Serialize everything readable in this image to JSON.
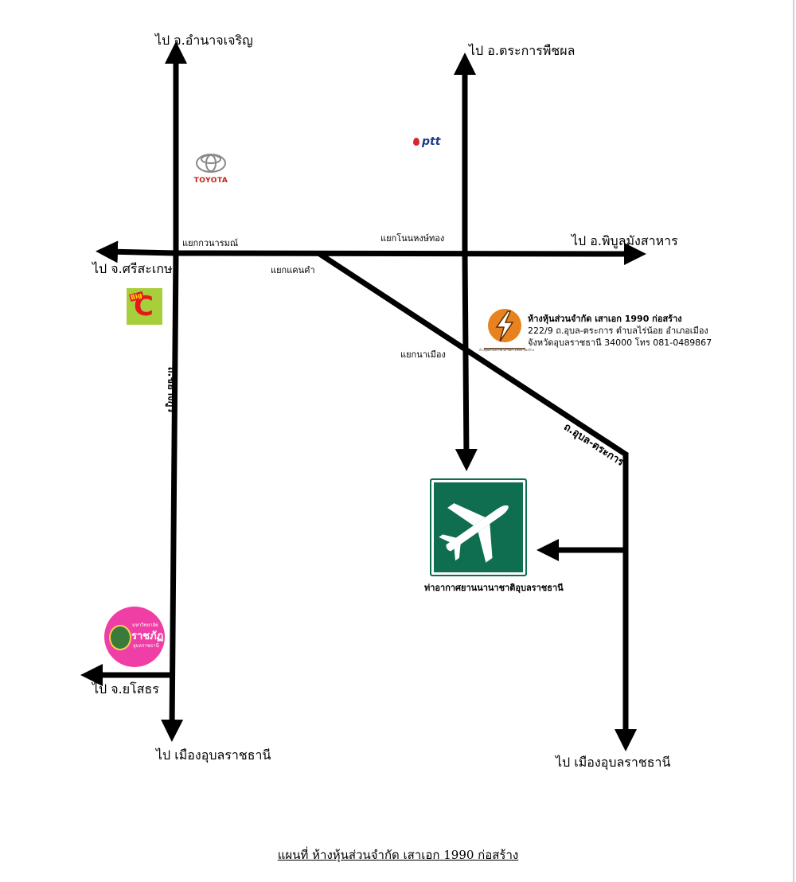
{
  "destinations": {
    "north_left": "ไป จ.อำนาจเจริญ",
    "north_right": "ไป อ.ตระการพืชผล",
    "west": "ไป จ.ศรีสะเกษ",
    "east": "ไป อ.พิบูลมังสาหาร",
    "southwest": "ไป จ.ยโสธร",
    "south_left": "ไป เมืองอุบลราชธานี",
    "south_right": "ไป เมืองอุบลราชธานี"
  },
  "junctions": {
    "kwanaram": "แยกกวนารมณ์",
    "nonhongthong": "แยกโนนหงษ์ทอง",
    "khaenkham": "แยกแคนคำ",
    "namueang": "แยกนาเมือง"
  },
  "roads": {
    "chayangkun": "ถ.ชยางกูร",
    "ubon_trakan": "ถ.อุบล-ตระการ"
  },
  "landmarks": {
    "toyota": "TOYOTA",
    "ptt": "ptt",
    "bigc_big": "Big",
    "bigc_c": "C",
    "airport": "ท่าอากาศยานนานาชาติอุบลราชธานี",
    "university_line1": "มหาวิทยาลัย",
    "university_line2": "ราชภัฏ",
    "university_line3": "อุบลราชธานี"
  },
  "company": {
    "name": "ห้างหุ้นส่วนจำกัด เสาเอก 1990 ก่อสร้าง",
    "address_line1": "222/9 ถ.อุบล-ตระการ ตำบลไร่น้อย อำเภอเมือง",
    "address_line2": "จังหวัดอุบลราชธานี 34000 โทร 081-0489867",
    "logo_tagline": "ห้างหุ้นส่วนจำกัด เสาเอก 1990 ก่อสร้าง"
  },
  "caption": "แผนที่ ห้างหุ้นส่วนจำกัด เสาเอก 1990 ก่อสร้าง",
  "colors": {
    "road": "#000000",
    "airport_sign": "#0f6e4f",
    "toyota_red": "#c81a1a",
    "ptt_blue": "#1c3a8c",
    "bigc_green": "#a7ce3b",
    "bigc_red": "#e3191e",
    "university_pink": "#ef3fa6",
    "company_orange": "#e8821e"
  }
}
